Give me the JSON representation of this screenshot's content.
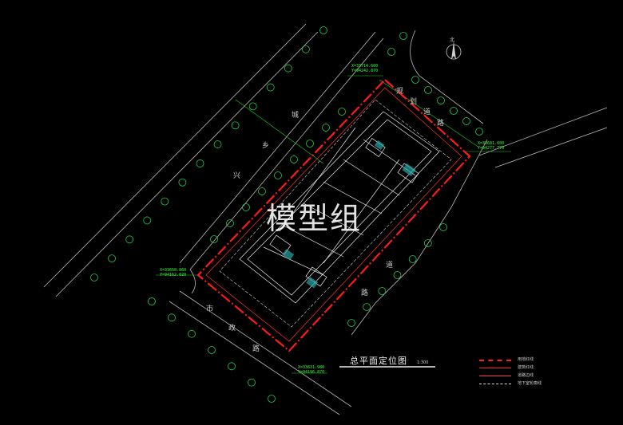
{
  "title": "总平面定位图",
  "scale": "1:300",
  "watermark": "模型组",
  "north_label": "北",
  "roads": {
    "top_right": [
      "规",
      "划",
      "道",
      "路"
    ],
    "left_upper": [
      "城",
      "乡",
      "兴"
    ],
    "bottom_left": [
      "市",
      "政",
      "路"
    ],
    "right_lower": [
      "道",
      "路"
    ]
  },
  "coordinates": [
    {
      "x": "X=33714.600",
      "y": "Y=94242.870"
    },
    {
      "x": "X=33681.600",
      "y": "Y=94277.770"
    },
    {
      "x": "X=33658.860",
      "y": "Y=94162.620"
    },
    {
      "x": "X=33631.980",
      "y": "Y=94196.870"
    }
  ],
  "legend": [
    {
      "label": "用地红线",
      "color": "#ff2020",
      "style": "dashdot"
    },
    {
      "label": "建筑红线",
      "color": "#ff2020",
      "style": "solid"
    },
    {
      "label": "道路边线",
      "color": "#ff4040",
      "style": "thin"
    },
    {
      "label": "地下室轮廓线",
      "color": "#dddddd",
      "style": "dashed"
    }
  ],
  "colors": {
    "site_boundary": "#ff1a1a",
    "building": "#e8e8e8",
    "trees": "#22cc44",
    "road_line": "#bbbbbb",
    "dimension": "#22dd22"
  }
}
